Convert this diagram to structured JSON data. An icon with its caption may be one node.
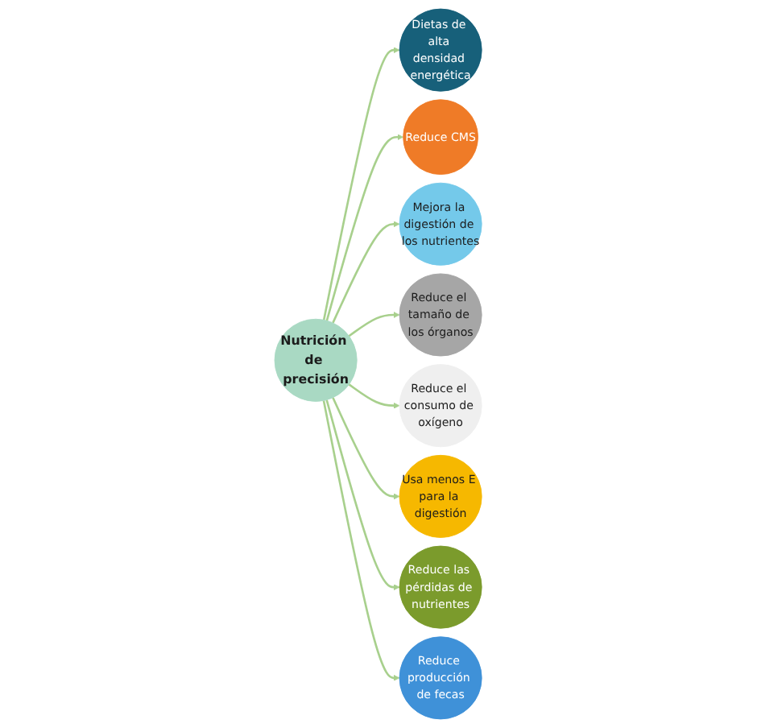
{
  "diagram": {
    "nodes": [
      {
        "text": [
          "Nutrición de precisión"
        ]
      },
      {
        "text": [
          "Dietas de alta densidad energética"
        ]
      },
      {
        "text": [
          "Reduce CMS"
        ]
      },
      {
        "text": [
          "Mejora la digestión de los nutrientes"
        ]
      },
      {
        "text": [
          "Reduce el tamaño de los órganos"
        ]
      },
      {
        "text": [
          "Reduce el consumo de oxígeno"
        ]
      },
      {
        "text": [
          "Usa menos E para la digestión"
        ]
      },
      {
        "text": [
          "Reduce las pérdidas de nutrientes"
        ]
      },
      {
        "text": [
          "Reduce producción de fecas"
        ]
      }
    ],
    "edges": [
      {
        "from": 0,
        "to": 1,
        "arrow": "to"
      },
      {
        "from": 0,
        "to": 2,
        "arrow": "to"
      },
      {
        "from": 0,
        "to": 3,
        "arrow": "to"
      },
      {
        "from": 0,
        "to": 4,
        "arrow": "to"
      },
      {
        "from": 0,
        "to": 5,
        "arrow": "to"
      },
      {
        "from": 0,
        "to": 6,
        "arrow": "to"
      },
      {
        "from": 0,
        "to": 7,
        "arrow": "to"
      },
      {
        "from": 0,
        "to": 8,
        "arrow": "to"
      }
    ]
  }
}
